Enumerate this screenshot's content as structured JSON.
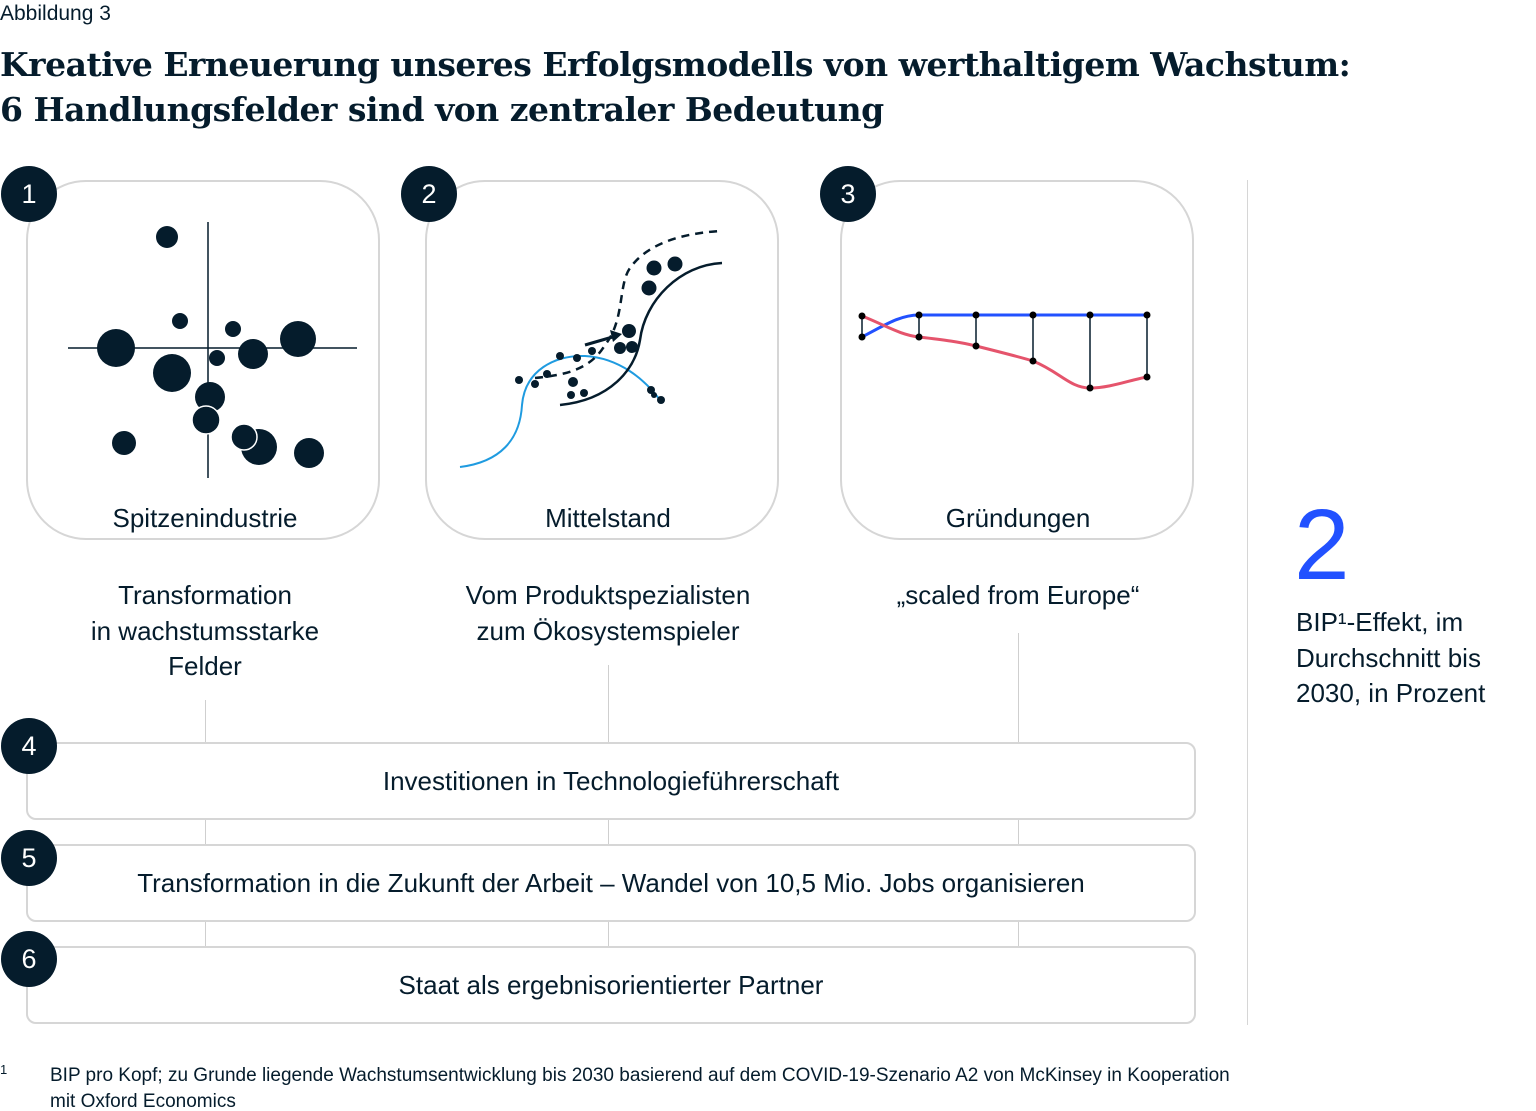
{
  "figure_label": "Abbildung 3",
  "title": {
    "line1": "Kreative Erneuerung unseres Erfolgsmodells von werthaltigem Wachstum:",
    "line2": "6 Handlungsfelder sind von zentraler Bedeutung"
  },
  "cards": [
    {
      "number": "1",
      "label": "Spitzenindustrie",
      "sub": [
        "Transformation",
        "in wachstumsstarke",
        "Felder"
      ]
    },
    {
      "number": "2",
      "label": "Mittelstand",
      "sub": [
        "Vom Produktspezialisten",
        "zum Ökosystemspieler"
      ]
    },
    {
      "number": "3",
      "label": "Gründungen",
      "sub": [
        "„scaled from Europe“"
      ]
    }
  ],
  "bars": [
    {
      "number": "4",
      "label": "Investitionen in Technologieführerschaft"
    },
    {
      "number": "5",
      "label": "Transformation in die Zukunft der Arbeit – Wandel von 10,5 Mio. Jobs organisieren"
    },
    {
      "number": "6",
      "label": "Staat als ergebnisorientierter Partner"
    }
  ],
  "effect": {
    "value": "2",
    "lines": [
      "BIP¹-Effekt, im",
      "Durchschnitt bis",
      "2030, in Prozent"
    ]
  },
  "footnote": {
    "marker": "1",
    "line1": "BIP pro Kopf; zu Grunde liegende Wachstumsentwicklung bis 2030 basierend auf dem COVID-19-Szenario A2 von McKinsey in Kooperation",
    "line2": "mit Oxford Economics"
  },
  "colors": {
    "navy": "#051c2c",
    "accent": "#2251ff",
    "red": "#e5546c",
    "lightblue": "#1f9be0"
  }
}
